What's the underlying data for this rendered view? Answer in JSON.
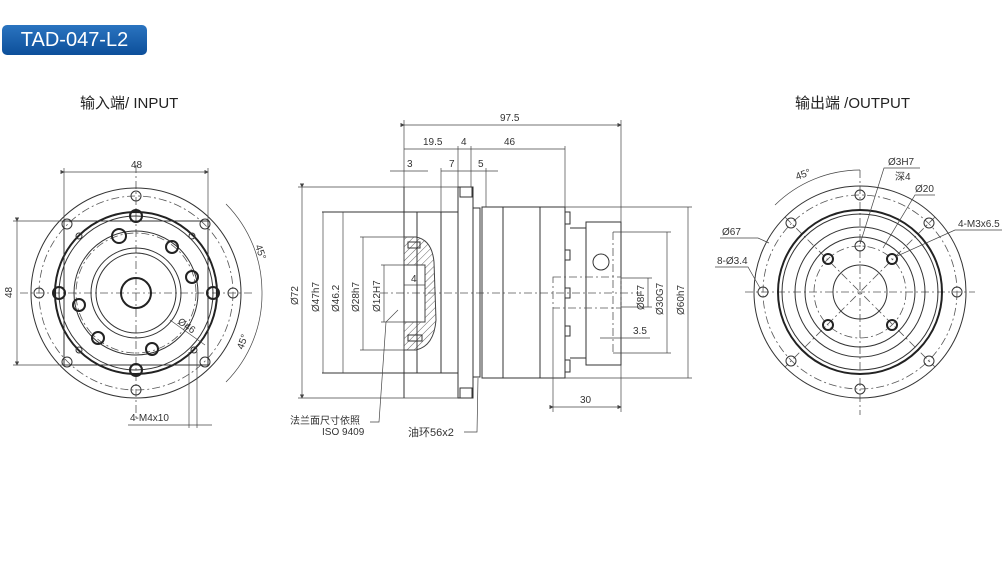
{
  "header": {
    "model": "TAD-047-L2",
    "accent_color": "#1560ad"
  },
  "input_view": {
    "title": "输入端/ INPUT",
    "dims": {
      "width": "48",
      "height": "48",
      "angle_top": "45°",
      "angle_bottom": "45°",
      "pcd": "Ø46",
      "thread": "4-M4x10"
    }
  },
  "side_view": {
    "dims": {
      "total": "97.5",
      "d19_5": "19.5",
      "d4": "4",
      "d46": "46",
      "d3": "3",
      "d7": "7",
      "d5": "5",
      "inner4": "4",
      "d3_5": "3.5",
      "d30": "30",
      "dia72": "Ø72",
      "dia47": "Ø47h7",
      "dia46_2": "Ø46.2",
      "dia28": "Ø28h7",
      "dia12": "Ø12H7",
      "dia8": "Ø8F7",
      "dia30": "Ø30G7",
      "dia60": "Ø60h7"
    },
    "notes": {
      "flange_line1": "法兰面尺寸依照",
      "flange_line2": "ISO 9409",
      "oil_ring": "油环56x2"
    }
  },
  "output_view": {
    "title": "输出端 /OUTPUT",
    "dims": {
      "angle": "45°",
      "pin": "Ø3H7",
      "pin_depth": "深4",
      "pcd": "Ø20",
      "thread": "4-M3x6.5",
      "dia67": "Ø67",
      "holes": "8-Ø3.4"
    }
  }
}
